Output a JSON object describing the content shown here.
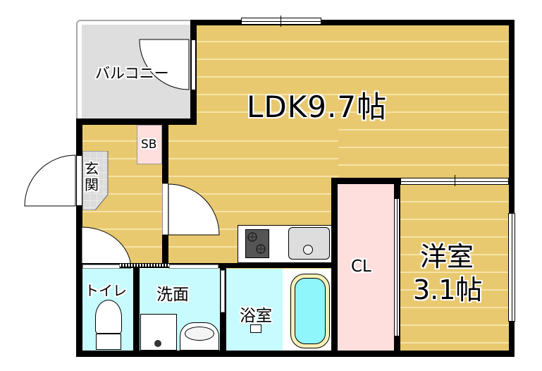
{
  "floorplan": {
    "rooms": {
      "ldk": {
        "label": "LDK9.7帖",
        "type": "LDK",
        "size_jo": 9.7
      },
      "western": {
        "label_line1": "洋室",
        "label_line2": "3.1帖",
        "size_jo": 3.1
      },
      "balcony": {
        "label": "バルコニー"
      },
      "entrance": {
        "label": "玄関"
      },
      "shoebox": {
        "label": "SB"
      },
      "closet": {
        "label": "CL"
      },
      "toilet": {
        "label": "トイレ"
      },
      "washroom": {
        "label": "洗面"
      },
      "bathroom": {
        "label": "浴室"
      }
    },
    "colors": {
      "floor": "#e9c970",
      "floor_lines": "#f5e3a8",
      "wall": "#000000",
      "wet_area": "#c7fbfd",
      "storage": "#ffdede",
      "balcony": "#dedede",
      "bathtub": "#8ff6fb"
    }
  }
}
